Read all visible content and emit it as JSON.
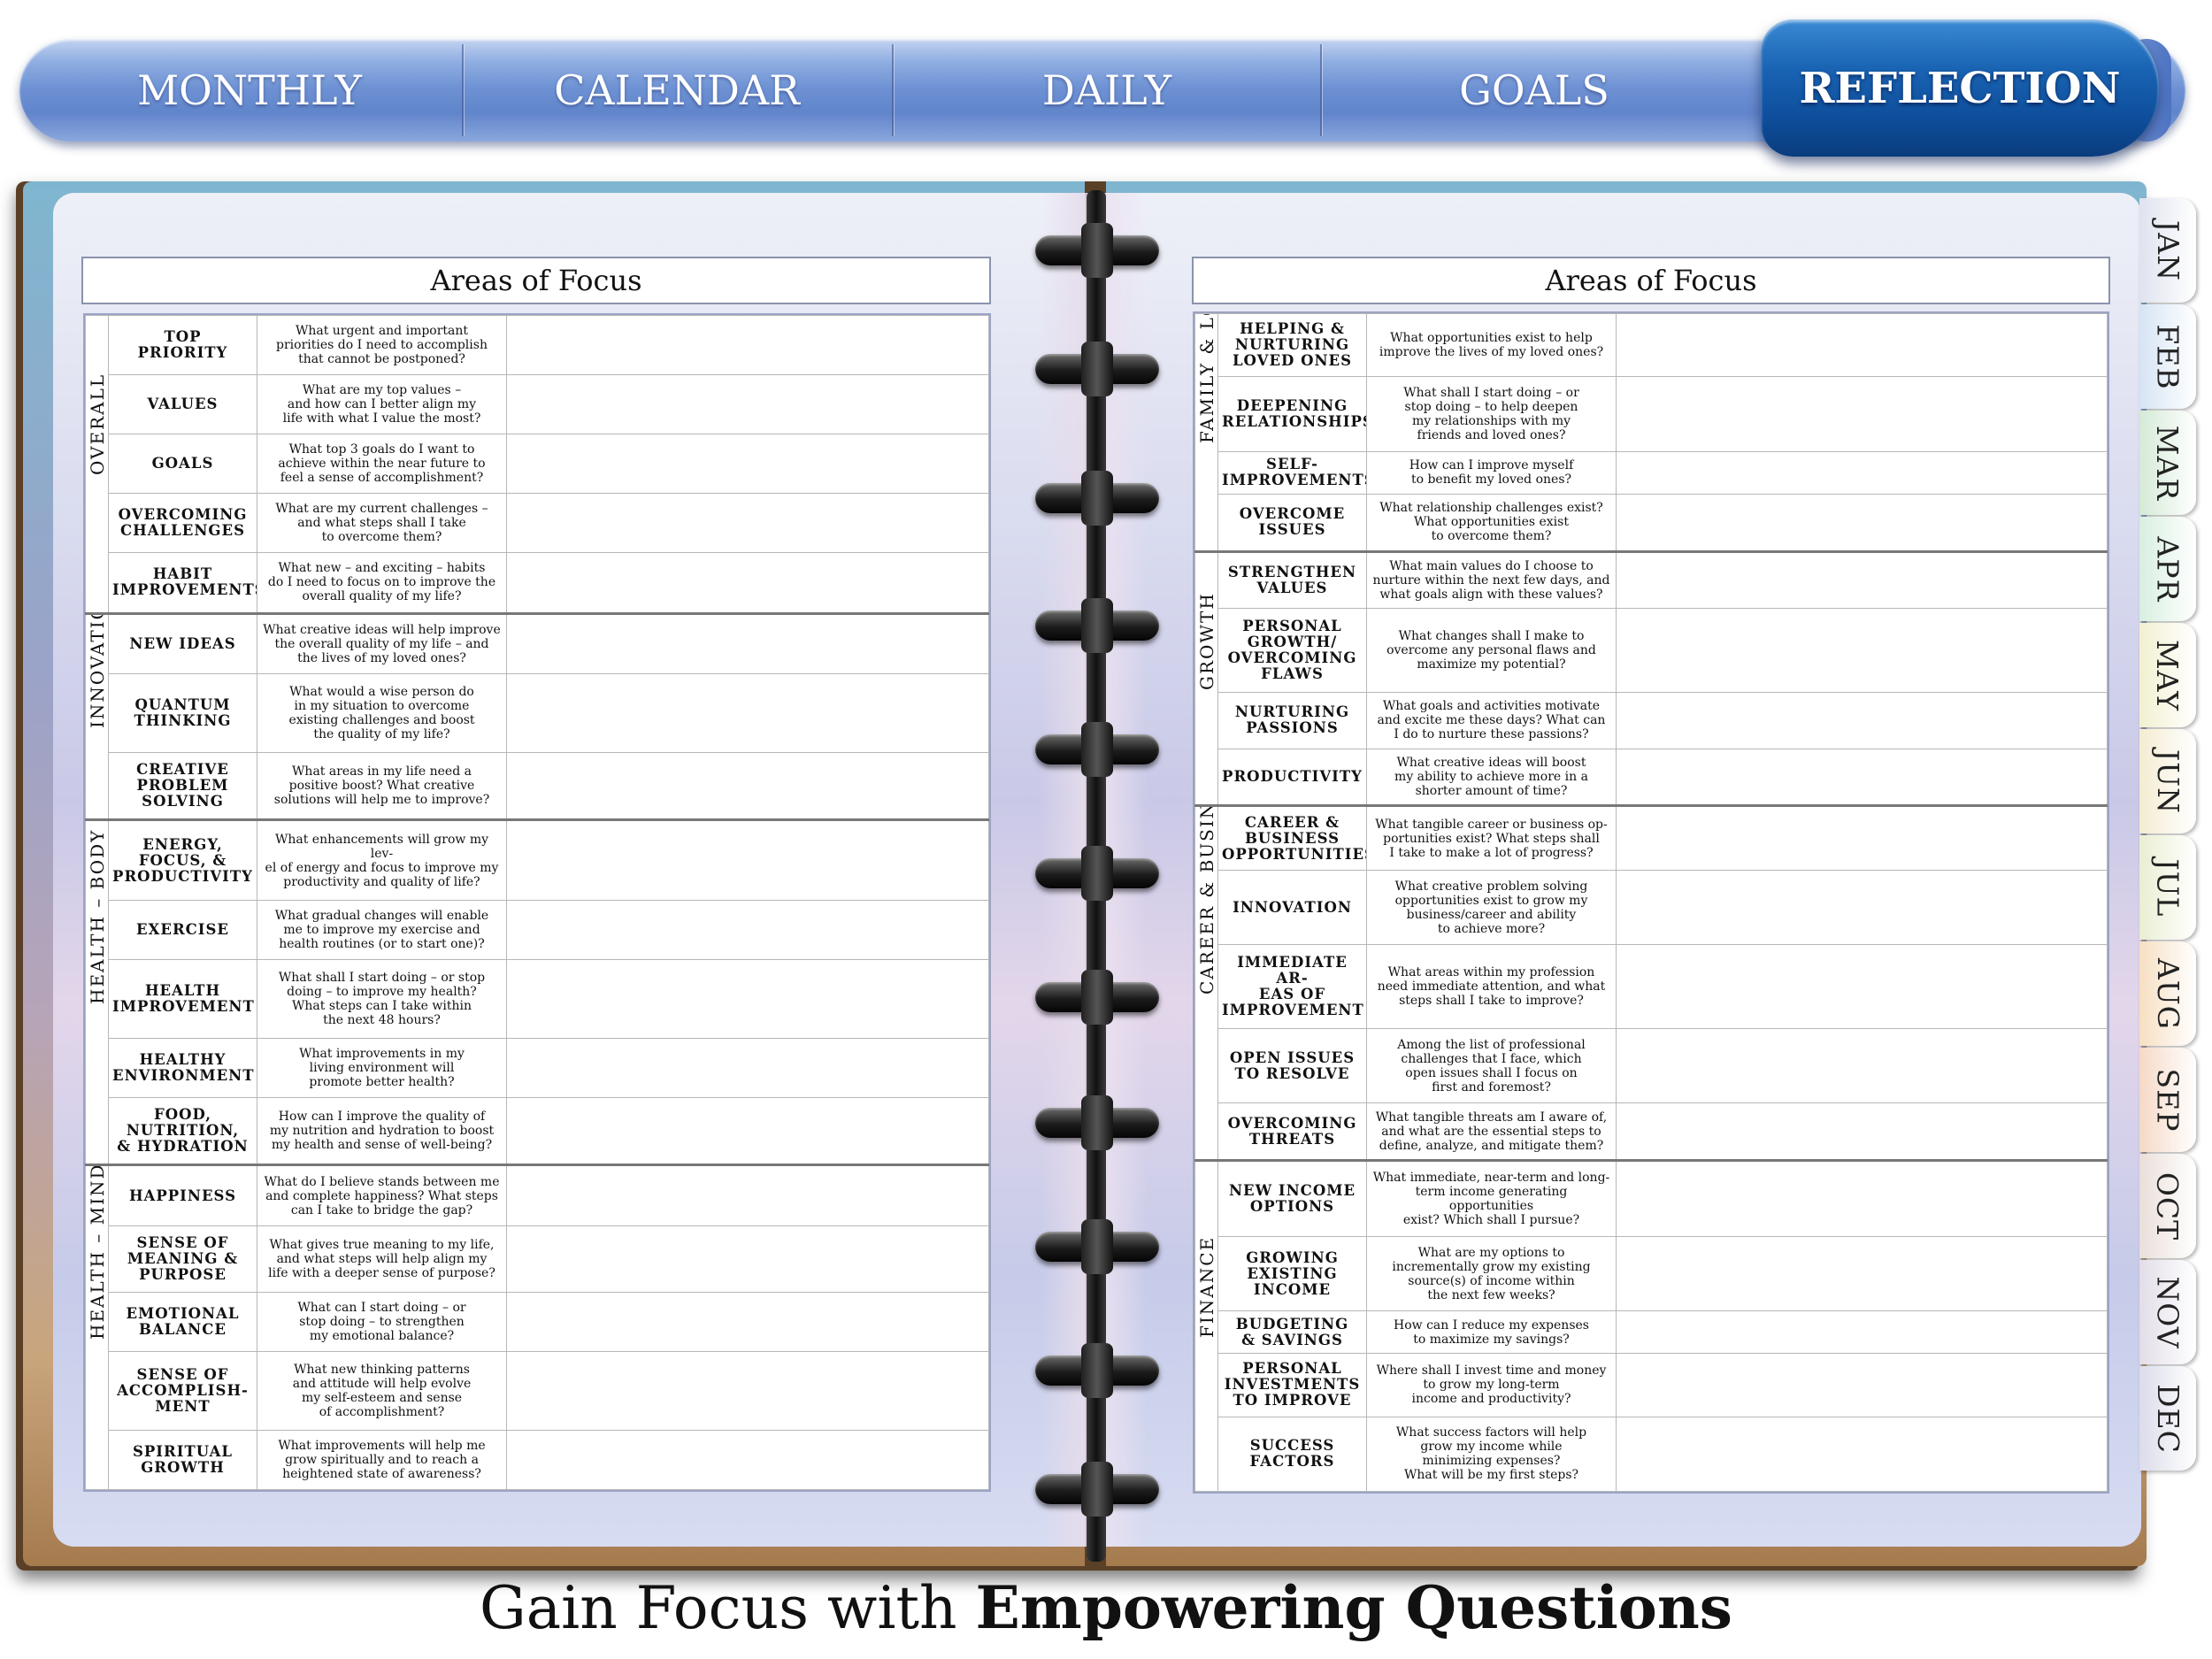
{
  "nav": {
    "tabs": [
      "MONTHLY",
      "CALENDAR",
      "DAILY",
      "GOALS"
    ],
    "active": "REFLECTION"
  },
  "months": [
    "JAN",
    "FEB",
    "MAR",
    "APR",
    "MAY",
    "JUN",
    "JUL",
    "AUG",
    "SEP",
    "OCT",
    "NOV",
    "DEC"
  ],
  "month_colors": [
    "#dfe3ef",
    "#d6e4f4",
    "#d4ead6",
    "#d8efe0",
    "#f2f0d0",
    "#f4ecd2",
    "#eaeed2",
    "#f7dfc2",
    "#f6d9c6",
    "#eadfda",
    "#e3dde8",
    "#dcdceb"
  ],
  "left_page": {
    "title": "Areas of Focus",
    "groups": [
      {
        "label": "OVERALL",
        "rows": [
          {
            "topic": "TOP\nPRIORITY",
            "question": "What urgent and important\npriorities do I need to accomplish\nthat cannot be postponed?"
          },
          {
            "topic": "VALUES",
            "question": "What are my top values –\nand how can I better align my\nlife with what I value the most?"
          },
          {
            "topic": "GOALS",
            "question": "What top 3 goals do I want to\nachieve within the near future to\nfeel a sense of accomplishment?"
          },
          {
            "topic": "OVERCOMING\nCHALLENGES",
            "question": "What are my current challenges –\nand what steps shall I take\nto overcome them?"
          },
          {
            "topic": "HABIT\nIMPROVEMENTS",
            "question": "What new – and exciting – habits\ndo I need to focus on to improve the\noverall quality of my life?"
          }
        ]
      },
      {
        "label": "INNOVATION",
        "rows": [
          {
            "topic": "NEW IDEAS",
            "question": "What creative ideas will help improve\nthe overall quality of my life – and\nthe lives of my loved ones?"
          },
          {
            "topic": "QUANTUM\nTHINKING",
            "question": "What would a wise person do\nin my situation to overcome\nexisting challenges and boost\nthe quality of my life?"
          },
          {
            "topic": "CREATIVE\nPROBLEM\nSOLVING",
            "question": "What areas in my life need a\npositive boost? What creative\nsolutions will help me to improve?"
          }
        ]
      },
      {
        "label": "HEALTH – BODY",
        "rows": [
          {
            "topic": "ENERGY,\nFOCUS, &\nPRODUCTIVITY",
            "question": "What enhancements will grow my lev-\nel of energy and focus to improve my\nproductivity and quality of life?"
          },
          {
            "topic": "EXERCISE",
            "question": "What gradual changes will enable\nme to improve my exercise and\nhealth routines (or to start one)?"
          },
          {
            "topic": "HEALTH\nIMPROVEMENT",
            "question": "What shall I start doing – or stop\ndoing – to improve my health?\nWhat steps can I take within\nthe next 48 hours?"
          },
          {
            "topic": "HEALTHY\nENVIRONMENT",
            "question": "What improvements in my\nliving environment will\npromote better health?"
          },
          {
            "topic": "FOOD,\nNUTRITION,\n& HYDRATION",
            "question": "How can I improve the quality of\nmy nutrition and hydration to boost\nmy health and sense of well-being?"
          }
        ]
      },
      {
        "label": "HEALTH – MIND & SOUL",
        "rows": [
          {
            "topic": "HAPPINESS",
            "question": "What do I believe stands between me\nand complete happiness? What steps\ncan I take to bridge the gap?"
          },
          {
            "topic": "SENSE OF\nMEANING &\nPURPOSE",
            "question": "What gives true meaning to my life,\nand what steps will help align my\nlife with a deeper sense of purpose?"
          },
          {
            "topic": "EMOTIONAL\nBALANCE",
            "question": "What can I start doing – or\nstop doing – to strengthen\nmy emotional balance?"
          },
          {
            "topic": "SENSE OF\nACCOMPLISH-\nMENT",
            "question": "What new thinking patterns\nand attitude will help evolve\nmy self-esteem and sense\nof accomplishment?"
          },
          {
            "topic": "SPIRITUAL\nGROWTH",
            "question": "What improvements will help me\ngrow spiritually and to reach a\nheightened state of awareness?"
          }
        ]
      }
    ]
  },
  "right_page": {
    "title": "Areas of Focus",
    "groups": [
      {
        "label": "FAMILY & LOVED ONES",
        "rows": [
          {
            "topic": "HELPING &\nNURTURING\nLOVED ONES",
            "question": "What opportunities exist to help\nimprove the lives of my loved ones?"
          },
          {
            "topic": "DEEPENING\nRELATIONSHIPS",
            "question": "What shall I start doing – or\nstop doing – to help deepen\nmy relationships with my\nfriends and loved ones?"
          },
          {
            "topic": "SELF-\nIMPROVEMENTS",
            "question": "How can I improve myself\nto benefit my loved ones?"
          },
          {
            "topic": "OVERCOME\nISSUES",
            "question": "What relationship challenges exist?\nWhat opportunities exist\nto overcome them?"
          }
        ]
      },
      {
        "label": "GROWTH",
        "rows": [
          {
            "topic": "STRENGTHEN\nVALUES",
            "question": "What main values do I choose to\nnurture within the next few days, and\nwhat goals align with these values?"
          },
          {
            "topic": "PERSONAL\nGROWTH/\nOVERCOMING\nFLAWS",
            "question": "What changes shall I make to\novercome any personal flaws and\nmaximize my potential?"
          },
          {
            "topic": "NURTURING\nPASSIONS",
            "question": "What goals and activities motivate\nand excite me these days? What can\nI do to nurture these passions?"
          },
          {
            "topic": "PRODUCTIVITY",
            "question": "What creative ideas will boost\nmy ability to achieve more in a\nshorter amount of time?"
          }
        ]
      },
      {
        "label": "CAREER & BUSINESS",
        "rows": [
          {
            "topic": "CAREER &\nBUSINESS\nOPPORTUNITIES",
            "question": "What tangible career or business op-\nportunities exist? What steps shall\nI take to make a lot of progress?"
          },
          {
            "topic": "INNOVATION",
            "question": "What creative problem solving\nopportunities exist to grow my\nbusiness/career and ability\nto achieve more?"
          },
          {
            "topic": "IMMEDIATE AR-\nEAS OF\nIMPROVEMENT",
            "question": "What areas within my profession\nneed immediate attention, and what\nsteps shall I take to improve?"
          },
          {
            "topic": "OPEN ISSUES\nTO RESOLVE",
            "question": "Among the list of professional\nchallenges that I face, which\nopen issues shall I focus on\nfirst and foremost?"
          },
          {
            "topic": "OVERCOMING\nTHREATS",
            "question": "What tangible threats am I aware of,\nand what are the essential steps to\ndefine, analyze, and mitigate them?"
          }
        ]
      },
      {
        "label": "FINANCE",
        "rows": [
          {
            "topic": "NEW INCOME\nOPTIONS",
            "question": "What immediate, near-term and long-\nterm income generating opportunities\nexist? Which shall I pursue?"
          },
          {
            "topic": "GROWING\nEXISTING\nINCOME",
            "question": "What are my options to\nincrementally grow my existing\nsource(s) of income within\nthe next few weeks?"
          },
          {
            "topic": "BUDGETING\n& SAVINGS",
            "question": "How can I reduce my expenses\nto maximize my savings?"
          },
          {
            "topic": "PERSONAL\nINVESTMENTS\nTO IMPROVE",
            "question": "Where shall I invest time and money\nto grow my long-term\nincome and productivity?"
          },
          {
            "topic": "SUCCESS\nFACTORS",
            "question": "What success factors will help\ngrow my income while\nminimizing expenses?\nWhat will be my first steps?"
          }
        ]
      }
    ]
  },
  "tagline": {
    "normal": "Gain Focus with ",
    "bold": "Empowering Questions"
  }
}
